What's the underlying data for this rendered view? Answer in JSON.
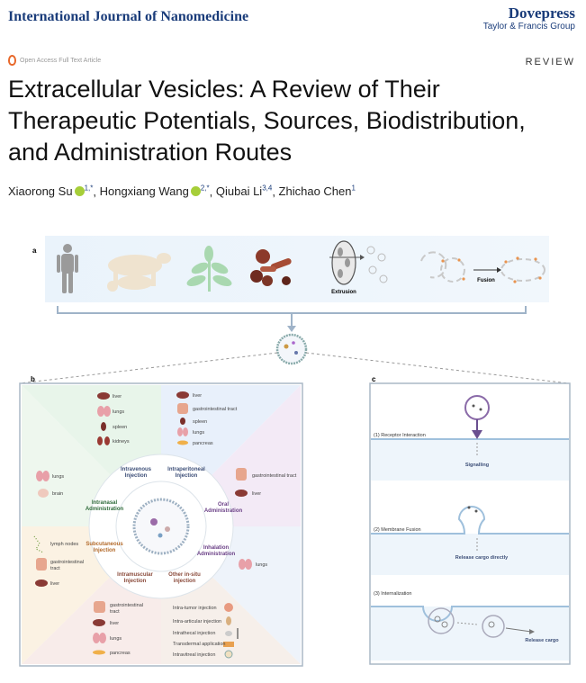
{
  "header": {
    "journal": "International Journal of Nanomedicine",
    "publisher": "Dovepress",
    "publisher_sub": "Taylor & Francis Group",
    "open_access": "Open Access Full Text Article",
    "article_type": "REVIEW"
  },
  "article": {
    "title_line1": "Extracellular Vesicles: A Review of Their",
    "title_line2": "Therapeutic Potentials, Sources, Biodistribution,",
    "title_line3": "and Administration Routes",
    "authors": [
      {
        "name": "Xiaorong Su",
        "sup": "1,*",
        "orcid": true
      },
      {
        "name": "Hongxiang Wang",
        "sup": "2,*",
        "orcid": true
      },
      {
        "name": "Qiubai Li",
        "sup": "3,4",
        "orcid": false
      },
      {
        "name": "Zhichao Chen",
        "sup": "1",
        "orcid": false
      }
    ]
  },
  "figure": {
    "panel_a": {
      "label": "a",
      "extrusion": "Extrusion",
      "fusion": "Fusion"
    },
    "panel_b": {
      "label": "b",
      "routes": {
        "intravenous": "Intravenous\nInjection",
        "intraperitoneal": "Intraperitoneal\nInjection",
        "oral": "Oral\nAdministration",
        "inhalation": "Inhalation\nAdministration",
        "other": "Other in-situ\ninjection",
        "intramuscular": "Intramuscular\nInjection",
        "subcutaneous": "Subcutaneous\nInjection",
        "intranasal": "Intranasal\nAdministration"
      },
      "organs": {
        "iv": [
          "liver",
          "lungs",
          "spleen",
          "kidneys"
        ],
        "ip": [
          "liver",
          "gastrointestinal tract",
          "spleen",
          "lungs",
          "pancreas"
        ],
        "oral": [
          "gastrointestinal tract",
          "liver"
        ],
        "inhal": [
          "lungs"
        ],
        "insitu": [
          "Intra-tumor injection",
          "Intra-articular injection",
          "Intrathecal injection",
          "Transdermal application",
          "Intravitreal injection"
        ],
        "im": [
          "gastrointestinal\ntract",
          "liver",
          "lungs",
          "pancreas"
        ],
        "sc": [
          "lymph nodes",
          "gastrointestinal\ntract",
          "liver"
        ],
        "in": [
          "lungs",
          "brain"
        ]
      }
    },
    "panel_c": {
      "label": "c",
      "steps": [
        {
          "title": "(1) Receptor Interaction",
          "result": "Signalling"
        },
        {
          "title": "(2) Membrane Fusion",
          "result": "Release cargo directly"
        },
        {
          "title": "(3) Internalization",
          "result": "Release cargo"
        }
      ]
    }
  }
}
